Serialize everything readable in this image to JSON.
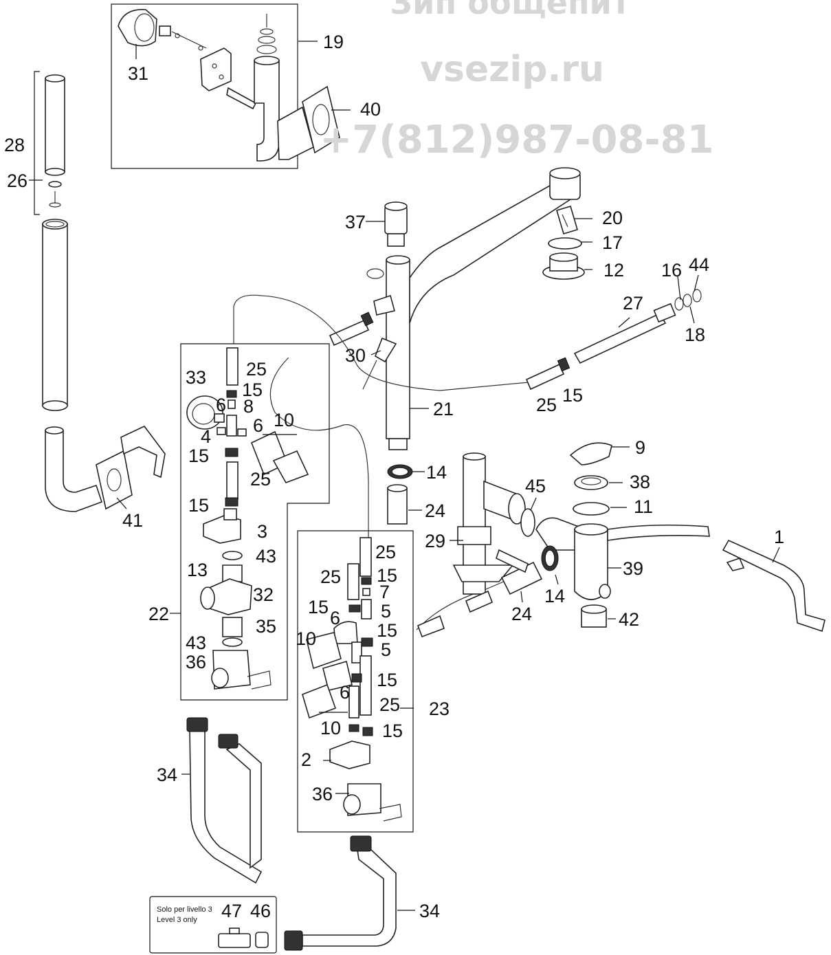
{
  "watermark": {
    "line1": "Зип общепит",
    "line2": "vsezip.ru",
    "line3": "+7(812)987-08-81"
  },
  "note_box": {
    "line1": "Solo per livello 3",
    "line2": "Level 3 only"
  },
  "labels": {
    "p1": "1",
    "p2": "2",
    "p3": "3",
    "p4": "4",
    "p5a": "5",
    "p5b": "5",
    "p6a": "6",
    "p6b": "6",
    "p6c": "6",
    "p6d": "6",
    "p7": "7",
    "p8": "8",
    "p9": "9",
    "p10a": "10",
    "p10b": "10",
    "p10c": "10",
    "p11": "11",
    "p12": "12",
    "p13": "13",
    "p14a": "14",
    "p14b": "14",
    "p15a": "15",
    "p15b": "15",
    "p15c": "15",
    "p15d": "15",
    "p15e": "15",
    "p15f": "15",
    "p15g": "15",
    "p15h": "15",
    "p15i": "15",
    "p16": "16",
    "p17": "17",
    "p18": "18",
    "p19": "19",
    "p20": "20",
    "p21": "21",
    "p22": "22",
    "p23": "23",
    "p24a": "24",
    "p24b": "24",
    "p25a": "25",
    "p25b": "25",
    "p25c": "25",
    "p25d": "25",
    "p25e": "25",
    "p25f": "25",
    "p26": "26",
    "p27": "27",
    "p28": "28",
    "p29": "29",
    "p30": "30",
    "p31": "31",
    "p32": "32",
    "p33": "33",
    "p34a": "34",
    "p34b": "34",
    "p35": "35",
    "p36a": "36",
    "p36b": "36",
    "p37": "37",
    "p38": "38",
    "p39": "39",
    "p40": "40",
    "p41": "41",
    "p42": "42",
    "p43a": "43",
    "p43b": "43",
    "p44": "44",
    "p45": "45",
    "p46": "46",
    "p47": "47"
  }
}
